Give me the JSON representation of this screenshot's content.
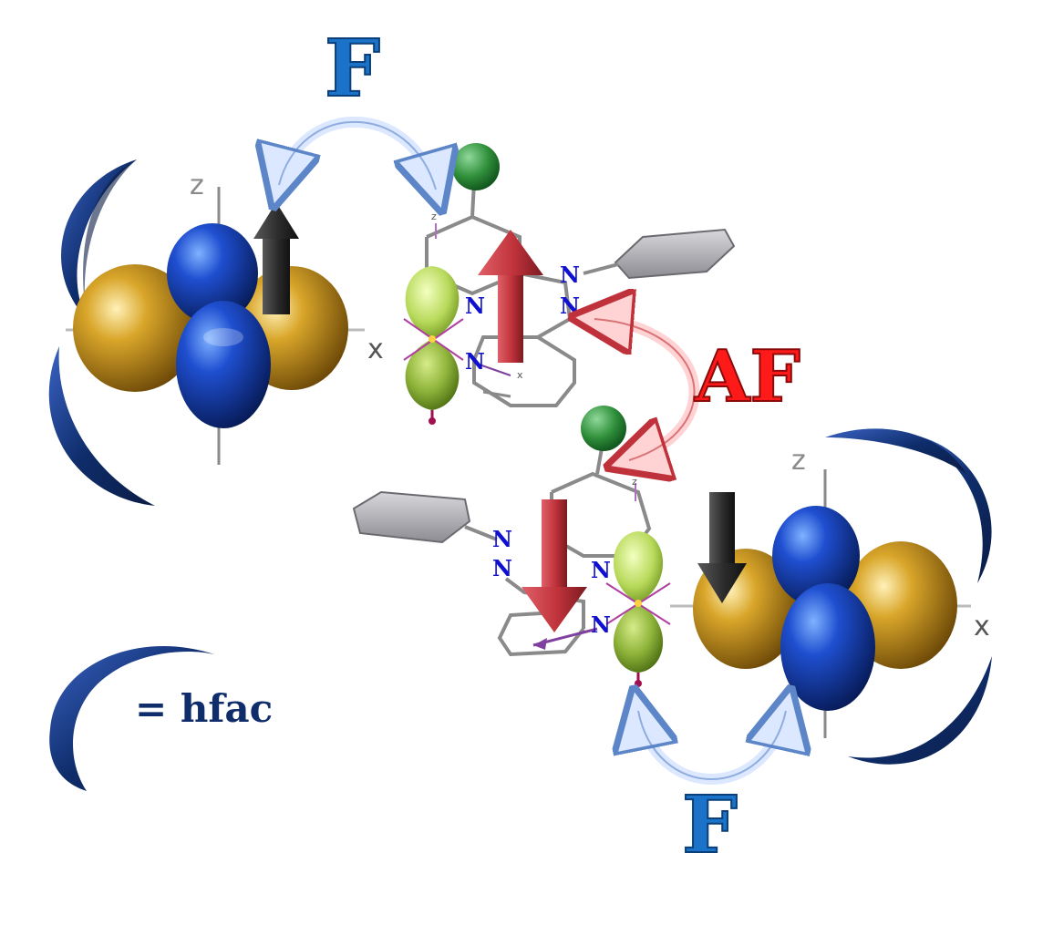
{
  "labels": {
    "coupling_top": "F",
    "coupling_middle": "AF",
    "coupling_bottom": "F",
    "legend": "= hfac",
    "axis_z": "z",
    "axis_x": "x",
    "nitrogen": "N"
  },
  "colors": {
    "hfac": "#0f2d6b",
    "ferro": "#1a73c8",
    "antiferro": "#ff1a1a",
    "gold_lobe": "#c8961c",
    "blue_lobe": "#1a3fb0",
    "green_lobe": "#9cc33a",
    "red_arrow": "#c0323b",
    "black_arrow": "#2b2b2b",
    "bond": "#8a8a8a",
    "nitrogen": "#1010d0",
    "chlorine": "#2f8f3a"
  }
}
